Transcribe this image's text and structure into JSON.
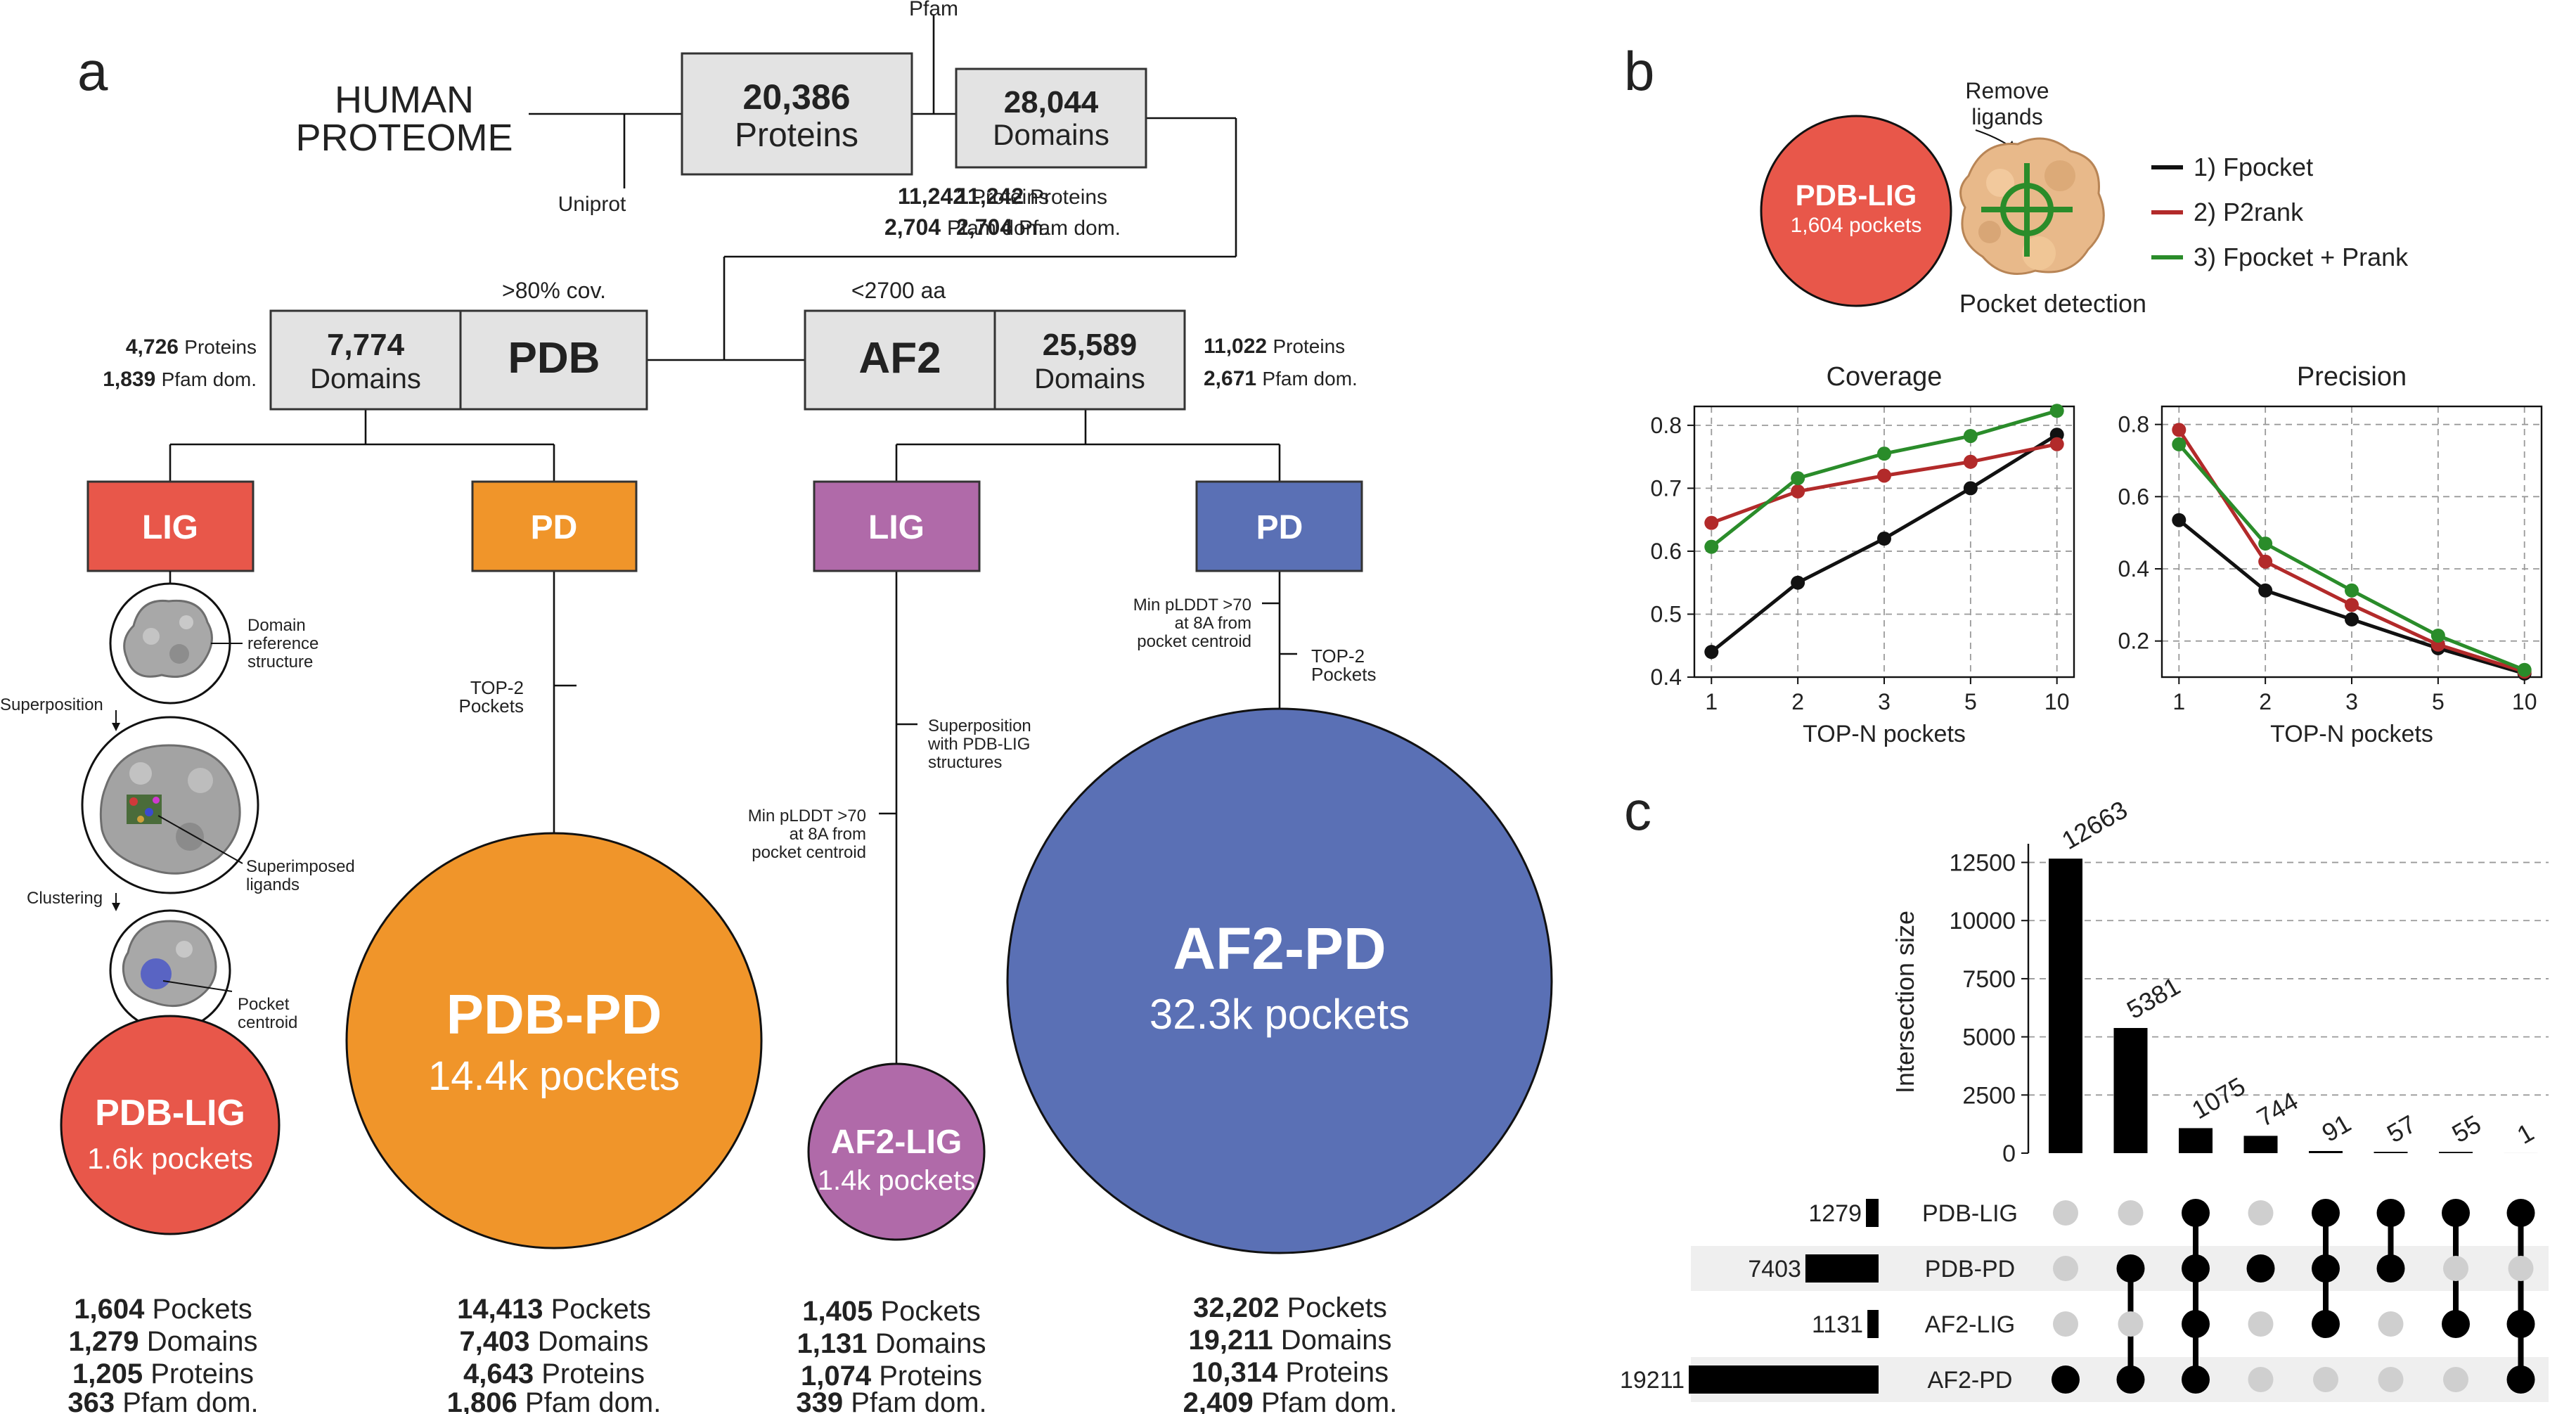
{
  "panel_labels": {
    "a": "a",
    "b": "b",
    "c": "c"
  },
  "proteome": {
    "title_line1": "HUMAN",
    "title_line2": "PROTEOME",
    "uniprot": "Uniprot",
    "pfam": "Pfam",
    "proteins_count": "20,386",
    "proteins_label": "Proteins",
    "domains_count": "28,044",
    "domains_label": "Domains",
    "sub_proteins_num": "11,242",
    "sub_proteins_label": "Proteins",
    "sub_pfam_num": "2,704",
    "sub_pfam_label": "Pfam dom."
  },
  "pdb_branch": {
    "coverage": ">80% cov.",
    "domains_count": "7,774",
    "domains_label": "Domains",
    "name": "PDB",
    "side_proteins_num": "4,726",
    "side_proteins_label": "Proteins",
    "side_pfam_num": "1,839",
    "side_pfam_label": "Pfam dom."
  },
  "af2_branch": {
    "limit": "<2700 aa",
    "name": "AF2",
    "domains_count": "25,589",
    "domains_label": "Domains",
    "side_proteins_num": "11,022",
    "side_proteins_label": "Proteins",
    "side_pfam_num": "2,671",
    "side_pfam_label": "Pfam dom."
  },
  "leaf_boxes": {
    "pdb_lig": "LIG",
    "pdb_pd": "PD",
    "af2_lig": "LIG",
    "af2_pd": "PD"
  },
  "workflow": {
    "domain_ref": [
      "Domain",
      "reference",
      "structure"
    ],
    "superposition": "Superposition",
    "superimposed": [
      "Superimposed",
      "ligands"
    ],
    "clustering": "Clustering",
    "pocket_centroid": [
      "Pocket",
      "centroid"
    ],
    "top2_left": [
      "TOP-2",
      "Pockets"
    ],
    "superposition_pdblig": [
      "Superposition",
      "with PDB-LIG",
      "structures"
    ],
    "min_plddt_left": [
      "Min pLDDT >70",
      "at 8A from",
      "pocket centroid"
    ],
    "min_plddt_right": [
      "Min pLDDT >70",
      "at 8A from",
      "pocket centroid"
    ],
    "top2_right": [
      "TOP-2",
      "Pockets"
    ]
  },
  "circles": [
    {
      "name": "PDB-LIG",
      "sub": "1.6k pockets",
      "color": "#e8574a"
    },
    {
      "name": "PDB-PD",
      "sub": "14.4k pockets",
      "color": "#f0952a"
    },
    {
      "name": "AF2-LIG",
      "sub": "1.4k pockets",
      "color": "#b06aa9"
    },
    {
      "name": "AF2-PD",
      "sub": "32.3k pockets",
      "color": "#5a70b5"
    }
  ],
  "stats": [
    [
      [
        "1,604",
        "Pockets"
      ],
      [
        "1,279",
        "Domains"
      ],
      [
        "1,205",
        "Proteins"
      ],
      [
        "363",
        "Pfam dom."
      ]
    ],
    [
      [
        "14,413",
        "Pockets"
      ],
      [
        "7,403",
        "Domains"
      ],
      [
        "4,643",
        "Proteins"
      ],
      [
        "1,806",
        "Pfam dom."
      ]
    ],
    [
      [
        "1,405",
        "Pockets"
      ],
      [
        "1,131",
        "Domains"
      ],
      [
        "1,074",
        "Proteins"
      ],
      [
        "339",
        "Pfam dom."
      ]
    ],
    [
      [
        "32,202",
        "Pockets"
      ],
      [
        "19,211",
        "Domains"
      ],
      [
        "10,314",
        "Proteins"
      ],
      [
        "2,409",
        "Pfam dom."
      ]
    ]
  ],
  "panel_b": {
    "circle_name": "PDB-LIG",
    "circle_sub": "1,604 pockets",
    "remove_ligands": [
      "Remove",
      "ligands"
    ],
    "pocket_detection": "Pocket detection",
    "legend": [
      {
        "label": "1) Fpocket",
        "color": "#111111"
      },
      {
        "label": "2) P2rank",
        "color": "#b22a2a"
      },
      {
        "label": "3) Fpocket + Prank",
        "color": "#2a8c2a"
      }
    ]
  },
  "chart_data": [
    {
      "type": "line",
      "title": "Coverage",
      "xlabel": "TOP-N pockets",
      "ylabel": "",
      "categories": [
        "1",
        "2",
        "3",
        "5",
        "10"
      ],
      "ylim": [
        0.4,
        0.83
      ],
      "yticks": [
        "0.4",
        "0.5",
        "0.6",
        "0.7",
        "0.8"
      ],
      "grid": true,
      "series": [
        {
          "name": "1) Fpocket",
          "color": "#111111",
          "values": [
            0.44,
            0.55,
            0.62,
            0.7,
            0.785
          ]
        },
        {
          "name": "2) P2rank",
          "color": "#b22a2a",
          "values": [
            0.645,
            0.695,
            0.72,
            0.742,
            0.77
          ]
        },
        {
          "name": "3) Fpocket + Prank",
          "color": "#2a8c2a",
          "values": [
            0.607,
            0.716,
            0.755,
            0.783,
            0.823
          ]
        }
      ]
    },
    {
      "type": "line",
      "title": "Precision",
      "xlabel": "TOP-N pockets",
      "ylabel": "",
      "categories": [
        "1",
        "2",
        "3",
        "5",
        "10"
      ],
      "ylim": [
        0.1,
        0.85
      ],
      "yticks": [
        "0.2",
        "0.4",
        "0.6",
        "0.8"
      ],
      "grid": true,
      "series": [
        {
          "name": "1) Fpocket",
          "color": "#111111",
          "values": [
            0.535,
            0.34,
            0.26,
            0.18,
            0.11
          ]
        },
        {
          "name": "2) P2rank",
          "color": "#b22a2a",
          "values": [
            0.785,
            0.42,
            0.3,
            0.19,
            0.115
          ]
        },
        {
          "name": "3) Fpocket + Prank",
          "color": "#2a8c2a",
          "values": [
            0.745,
            0.47,
            0.34,
            0.215,
            0.12
          ]
        }
      ]
    },
    {
      "type": "bar",
      "title": "",
      "ylabel": "Intersection size",
      "ylim": [
        0,
        13000
      ],
      "yticks": [
        "0",
        "2500",
        "5000",
        "7500",
        "10000",
        "12500"
      ],
      "values": [
        12663,
        5381,
        1075,
        744,
        91,
        57,
        55,
        1
      ],
      "sets": [
        {
          "name": "PDB-LIG",
          "size": 1279
        },
        {
          "name": "PDB-PD",
          "size": 7403
        },
        {
          "name": "AF2-LIG",
          "size": 1131
        },
        {
          "name": "AF2-PD",
          "size": 19211
        }
      ],
      "membership": [
        [
          3
        ],
        [
          1,
          3
        ],
        [
          0,
          1,
          2,
          3
        ],
        [
          1
        ],
        [
          0,
          1,
          2
        ],
        [
          0,
          1
        ],
        [
          0,
          2
        ],
        [
          0,
          2,
          3
        ]
      ]
    }
  ]
}
